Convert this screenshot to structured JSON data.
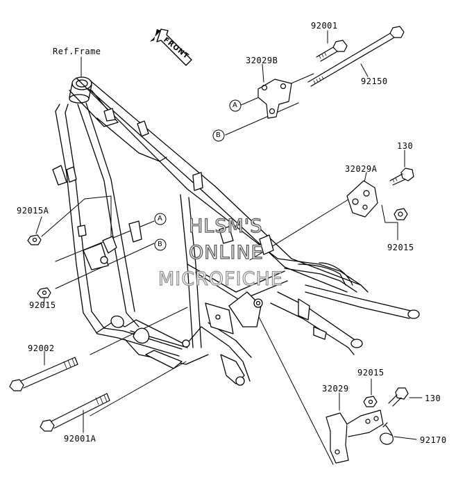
{
  "diagram": {
    "ref_label": "Ref.Frame",
    "front_label": "FRONT",
    "callouts": {
      "a_upper": "A",
      "b_upper": "B",
      "a_frame": "A",
      "b_frame": "B"
    },
    "part_labels": {
      "p92001": "92001",
      "p32029B": "32029B",
      "p92150": "92150",
      "p130_upper": "130",
      "p32029A": "32029A",
      "p92015A": "92015A",
      "p92015_right": "92015",
      "p92015_left": "92015",
      "p92002": "92002",
      "p92001A": "92001A",
      "p92015_lower": "92015",
      "p32029": "32029",
      "p130_lower": "130",
      "p92170": "92170"
    },
    "watermark": {
      "line1": "HLSM'S",
      "line2": "ONLINE",
      "line3": "MICROFICHE"
    }
  }
}
